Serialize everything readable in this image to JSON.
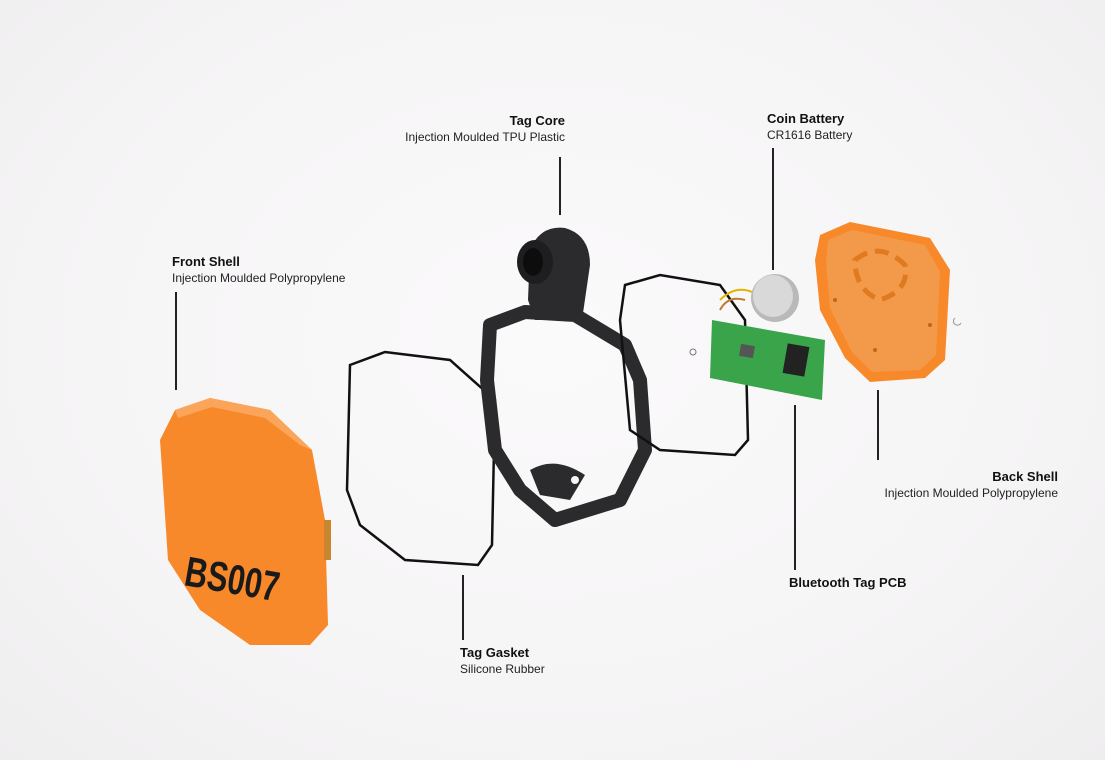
{
  "diagram": {
    "product_marking": "BS007",
    "colors": {
      "shell": "#f7892b",
      "core": "#2b2b2d",
      "pcb": "#3aa44a",
      "battery": "#c9c9c9",
      "gasket": "#111111"
    },
    "parts": {
      "tag_core": {
        "title": "Tag Core",
        "subtitle": "Injection Moulded TPU Plastic"
      },
      "coin_battery": {
        "title": "Coin Battery",
        "subtitle": "CR1616 Battery"
      },
      "front_shell": {
        "title": "Front Shell",
        "subtitle": "Injection Moulded Polypropylene"
      },
      "back_shell": {
        "title": "Back Shell",
        "subtitle": "Injection Moulded Polypropylene"
      },
      "pcb": {
        "title": "Bluetooth Tag PCB"
      },
      "tag_gasket": {
        "title": "Tag Gasket",
        "subtitle": "Silicone Rubber"
      }
    }
  }
}
